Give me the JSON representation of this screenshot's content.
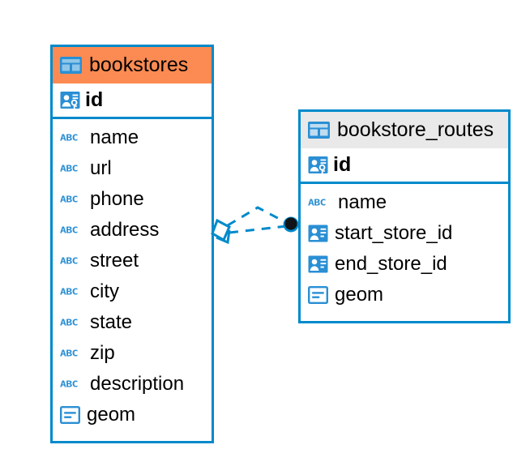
{
  "diagram": {
    "type": "entity-relationship-diagram",
    "background": "#ffffff",
    "accent_color": "#008ACB",
    "highlight_color": "#FB8B52",
    "header_grey": "#E9E9E9",
    "icon_blue": "#2A8FD4"
  },
  "tables": [
    {
      "name": "bookstores",
      "header_style": "orange",
      "primary_key": {
        "label": "id",
        "icon": "primary-key-icon"
      },
      "fields": [
        {
          "label": "name",
          "icon": "abc-text-icon"
        },
        {
          "label": "url",
          "icon": "abc-text-icon"
        },
        {
          "label": "phone",
          "icon": "abc-text-icon"
        },
        {
          "label": "address",
          "icon": "abc-text-icon"
        },
        {
          "label": "street",
          "icon": "abc-text-icon"
        },
        {
          "label": "city",
          "icon": "abc-text-icon"
        },
        {
          "label": "state",
          "icon": "abc-text-icon"
        },
        {
          "label": "zip",
          "icon": "abc-text-icon"
        },
        {
          "label": "description",
          "icon": "abc-text-icon"
        },
        {
          "label": "geom",
          "icon": "geometry-icon"
        }
      ]
    },
    {
      "name": "bookstore_routes",
      "header_style": "grey",
      "primary_key": {
        "label": "id",
        "icon": "primary-key-icon"
      },
      "fields": [
        {
          "label": "name",
          "icon": "abc-text-icon"
        },
        {
          "label": "start_store_id",
          "icon": "foreign-key-icon"
        },
        {
          "label": "end_store_id",
          "icon": "foreign-key-icon"
        },
        {
          "label": "geom",
          "icon": "geometry-icon"
        }
      ]
    }
  ],
  "relationship": {
    "from_table": "bookstores",
    "to_table": "bookstore_routes",
    "line_style": "dashed",
    "color": "#008ACB",
    "source_marker": "diamond-marker",
    "target_marker": "filled-circle-marker"
  }
}
